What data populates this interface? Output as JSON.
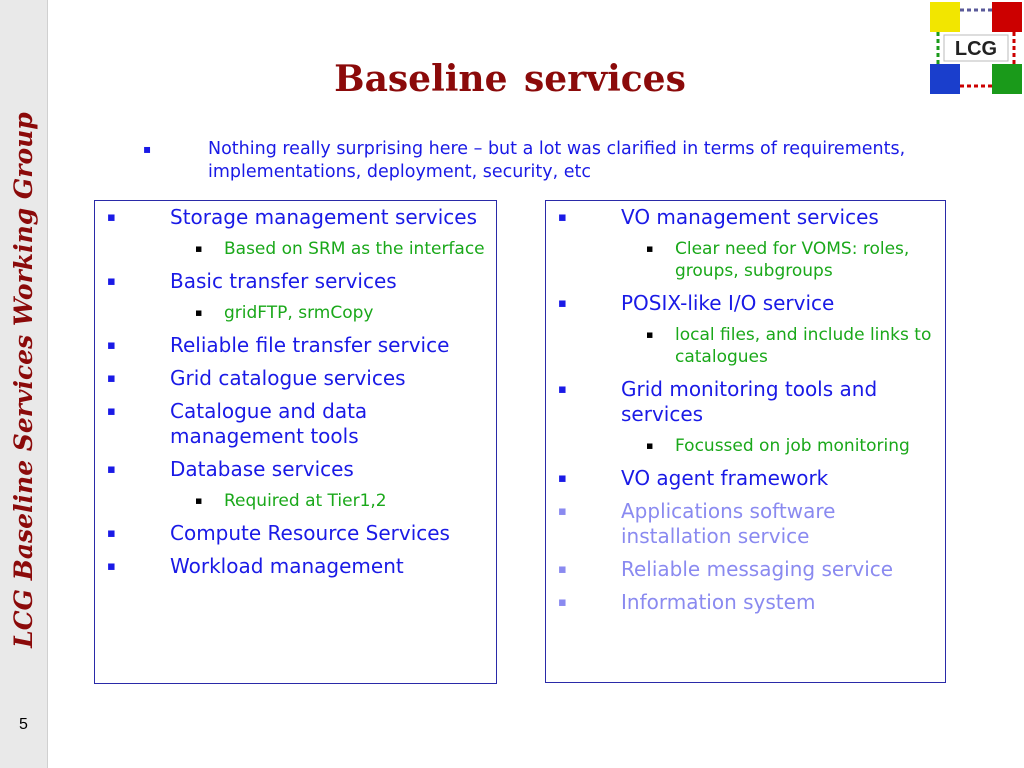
{
  "sidebar": {
    "title": "LCG Baseline Services Working Group",
    "page_number": "5"
  },
  "logo": {
    "text": "LCG"
  },
  "slide": {
    "title": "Baseline services",
    "intro": "Nothing really surprising here – but a lot was clarified in terms of requirements, implementations, deployment, security, etc"
  },
  "left_column": [
    {
      "level": 1,
      "text": "Storage management services"
    },
    {
      "level": 2,
      "text": "Based on SRM as the interface"
    },
    {
      "level": 1,
      "text": "Basic transfer services"
    },
    {
      "level": 2,
      "text": "gridFTP, srmCopy"
    },
    {
      "level": 1,
      "text": "Reliable file transfer service"
    },
    {
      "level": 1,
      "text": "Grid catalogue services"
    },
    {
      "level": 1,
      "text": "Catalogue and data management tools"
    },
    {
      "level": 1,
      "text": "Database services"
    },
    {
      "level": 2,
      "text": "Required at Tier1,2"
    },
    {
      "level": 1,
      "text": "Compute Resource Services"
    },
    {
      "level": 1,
      "text": "Workload management"
    }
  ],
  "right_column": [
    {
      "level": 1,
      "text": "VO management services"
    },
    {
      "level": 2,
      "text": "Clear need for VOMS: roles, groups, subgroups"
    },
    {
      "level": 1,
      "text": "POSIX-like I/O service"
    },
    {
      "level": 2,
      "text": "local files, and include links to catalogues"
    },
    {
      "level": 1,
      "text": "Grid monitoring tools and services"
    },
    {
      "level": 2,
      "text": "Focussed on job monitoring"
    },
    {
      "level": 1,
      "text": "VO agent framework"
    },
    {
      "level": 1,
      "text": "Applications software installation service",
      "muted": true
    },
    {
      "level": 1,
      "text": "Reliable messaging service",
      "muted": true
    },
    {
      "level": 1,
      "text": "Information system",
      "muted": true
    }
  ],
  "colors": {
    "title": "#8b0a0a",
    "level1": "#1a1ae6",
    "level2": "#1aa81a",
    "muted": "#8a8af0",
    "box_border": "#2a2aa8"
  }
}
